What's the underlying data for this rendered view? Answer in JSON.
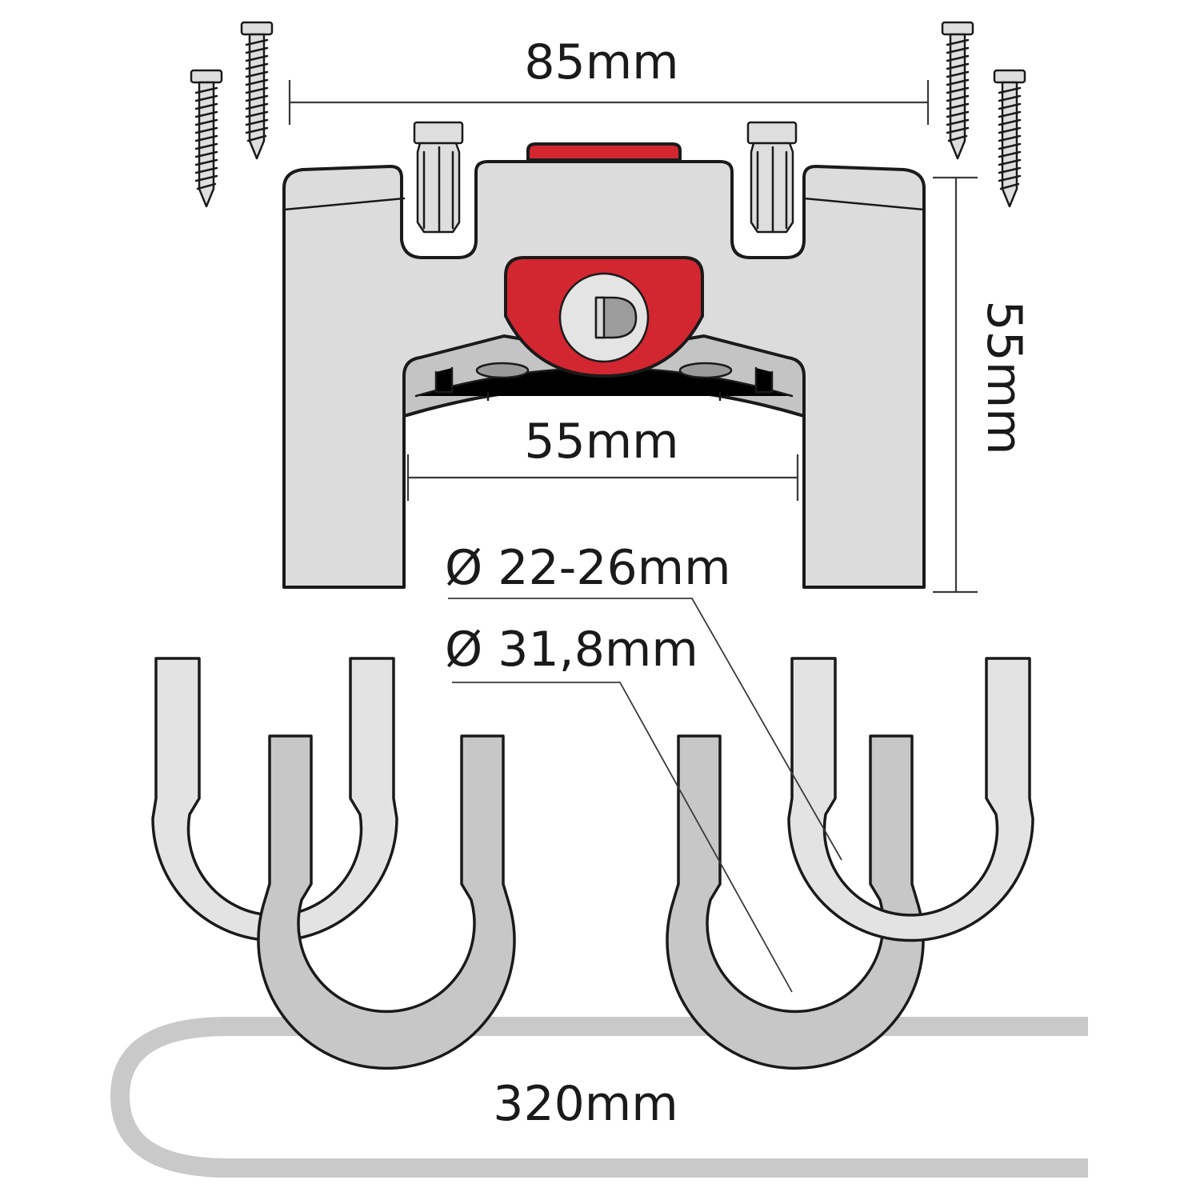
{
  "dimensions": {
    "top_width": "85mm",
    "inner_width": "55mm",
    "height": "55mm",
    "diameter_small": "Ø 22-26mm",
    "diameter_large": "Ø 31,8mm",
    "bar_length": "320mm"
  },
  "colors": {
    "accent_red": "#d22630",
    "body_gray": "#dcdcdc",
    "inner_gray": "#c4c4c4",
    "clamp_light": "#e3e3e3",
    "clamp_dark": "#c7c7c7",
    "outline": "#1a1a1a"
  },
  "icons": {
    "lock": "lock-cylinder-icon",
    "screw": "screw-icon"
  }
}
